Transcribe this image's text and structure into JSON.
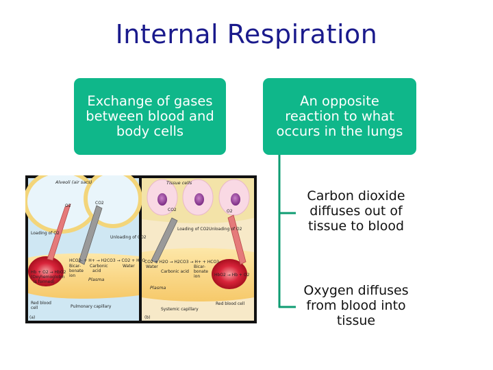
{
  "title": "Internal Respiration",
  "box_left": {
    "line1": "Exchange of gases",
    "line2": "between blood and",
    "line3": "body cells"
  },
  "box_right": {
    "line1": "An opposite",
    "line2": "reaction to what",
    "line3": "occurs in the lungs"
  },
  "leaf_co2": {
    "line1": "Carbon dioxide",
    "line2": "diffuses out of",
    "line3": "tissue to blood"
  },
  "leaf_o2": {
    "line1": "Oxygen diffuses",
    "line2": "from blood into",
    "line3": "tissue"
  },
  "colors": {
    "title": "#1a1a8c",
    "box_fill": "#0fb78a",
    "connector": "#0e9c72"
  },
  "figure": {
    "alveoli_label": "Alveoli (air sacs)",
    "tissue_cells": "Tissue cells",
    "o2_a": "O2",
    "co2_a": "CO2",
    "loading_o2": "Loading of O2",
    "unloading_co2": "Unloading of CO2",
    "co2_b": "CO2",
    "o2_b": "O2",
    "loading_co2": "Loading of CO2",
    "unloading_o2": "Unloading of O2",
    "eq_left": "HCO3- + H+ → H2CO3 → CO2 + H2O",
    "eq_left_sub1": "Bicar-",
    "eq_left_sub2": "bonate",
    "eq_left_sub3": "ion",
    "eq_left_sub4": "Carbonic",
    "eq_left_sub5": "acid",
    "eq_left_sub6": "Water",
    "eq_right": "CO2 + H2O → H2CO3 → H+ + HCO3-",
    "eq_right_sub1": "Water",
    "eq_right_sub2": "Carbonic acid",
    "eq_right_sub3": "Bicar-",
    "eq_right_sub4": "bonate",
    "eq_right_sub5": "ion",
    "hb_left": "Hb + O2 → HbO2",
    "hb_left_sub1": "(Oxyhemoglobin",
    "hb_left_sub2": "is formed)",
    "hb_right": "HbO2 → Hb + O2",
    "plasma_a": "Plasma",
    "plasma_b": "Plasma",
    "red_cell_a1": "Red blood",
    "red_cell_a2": "cell",
    "pulmonary": "Pulmonary capillary",
    "systemic": "Systemic capillary",
    "red_cell_b": "Red blood cell",
    "panel_a": "(a)",
    "panel_b": "(b)"
  }
}
